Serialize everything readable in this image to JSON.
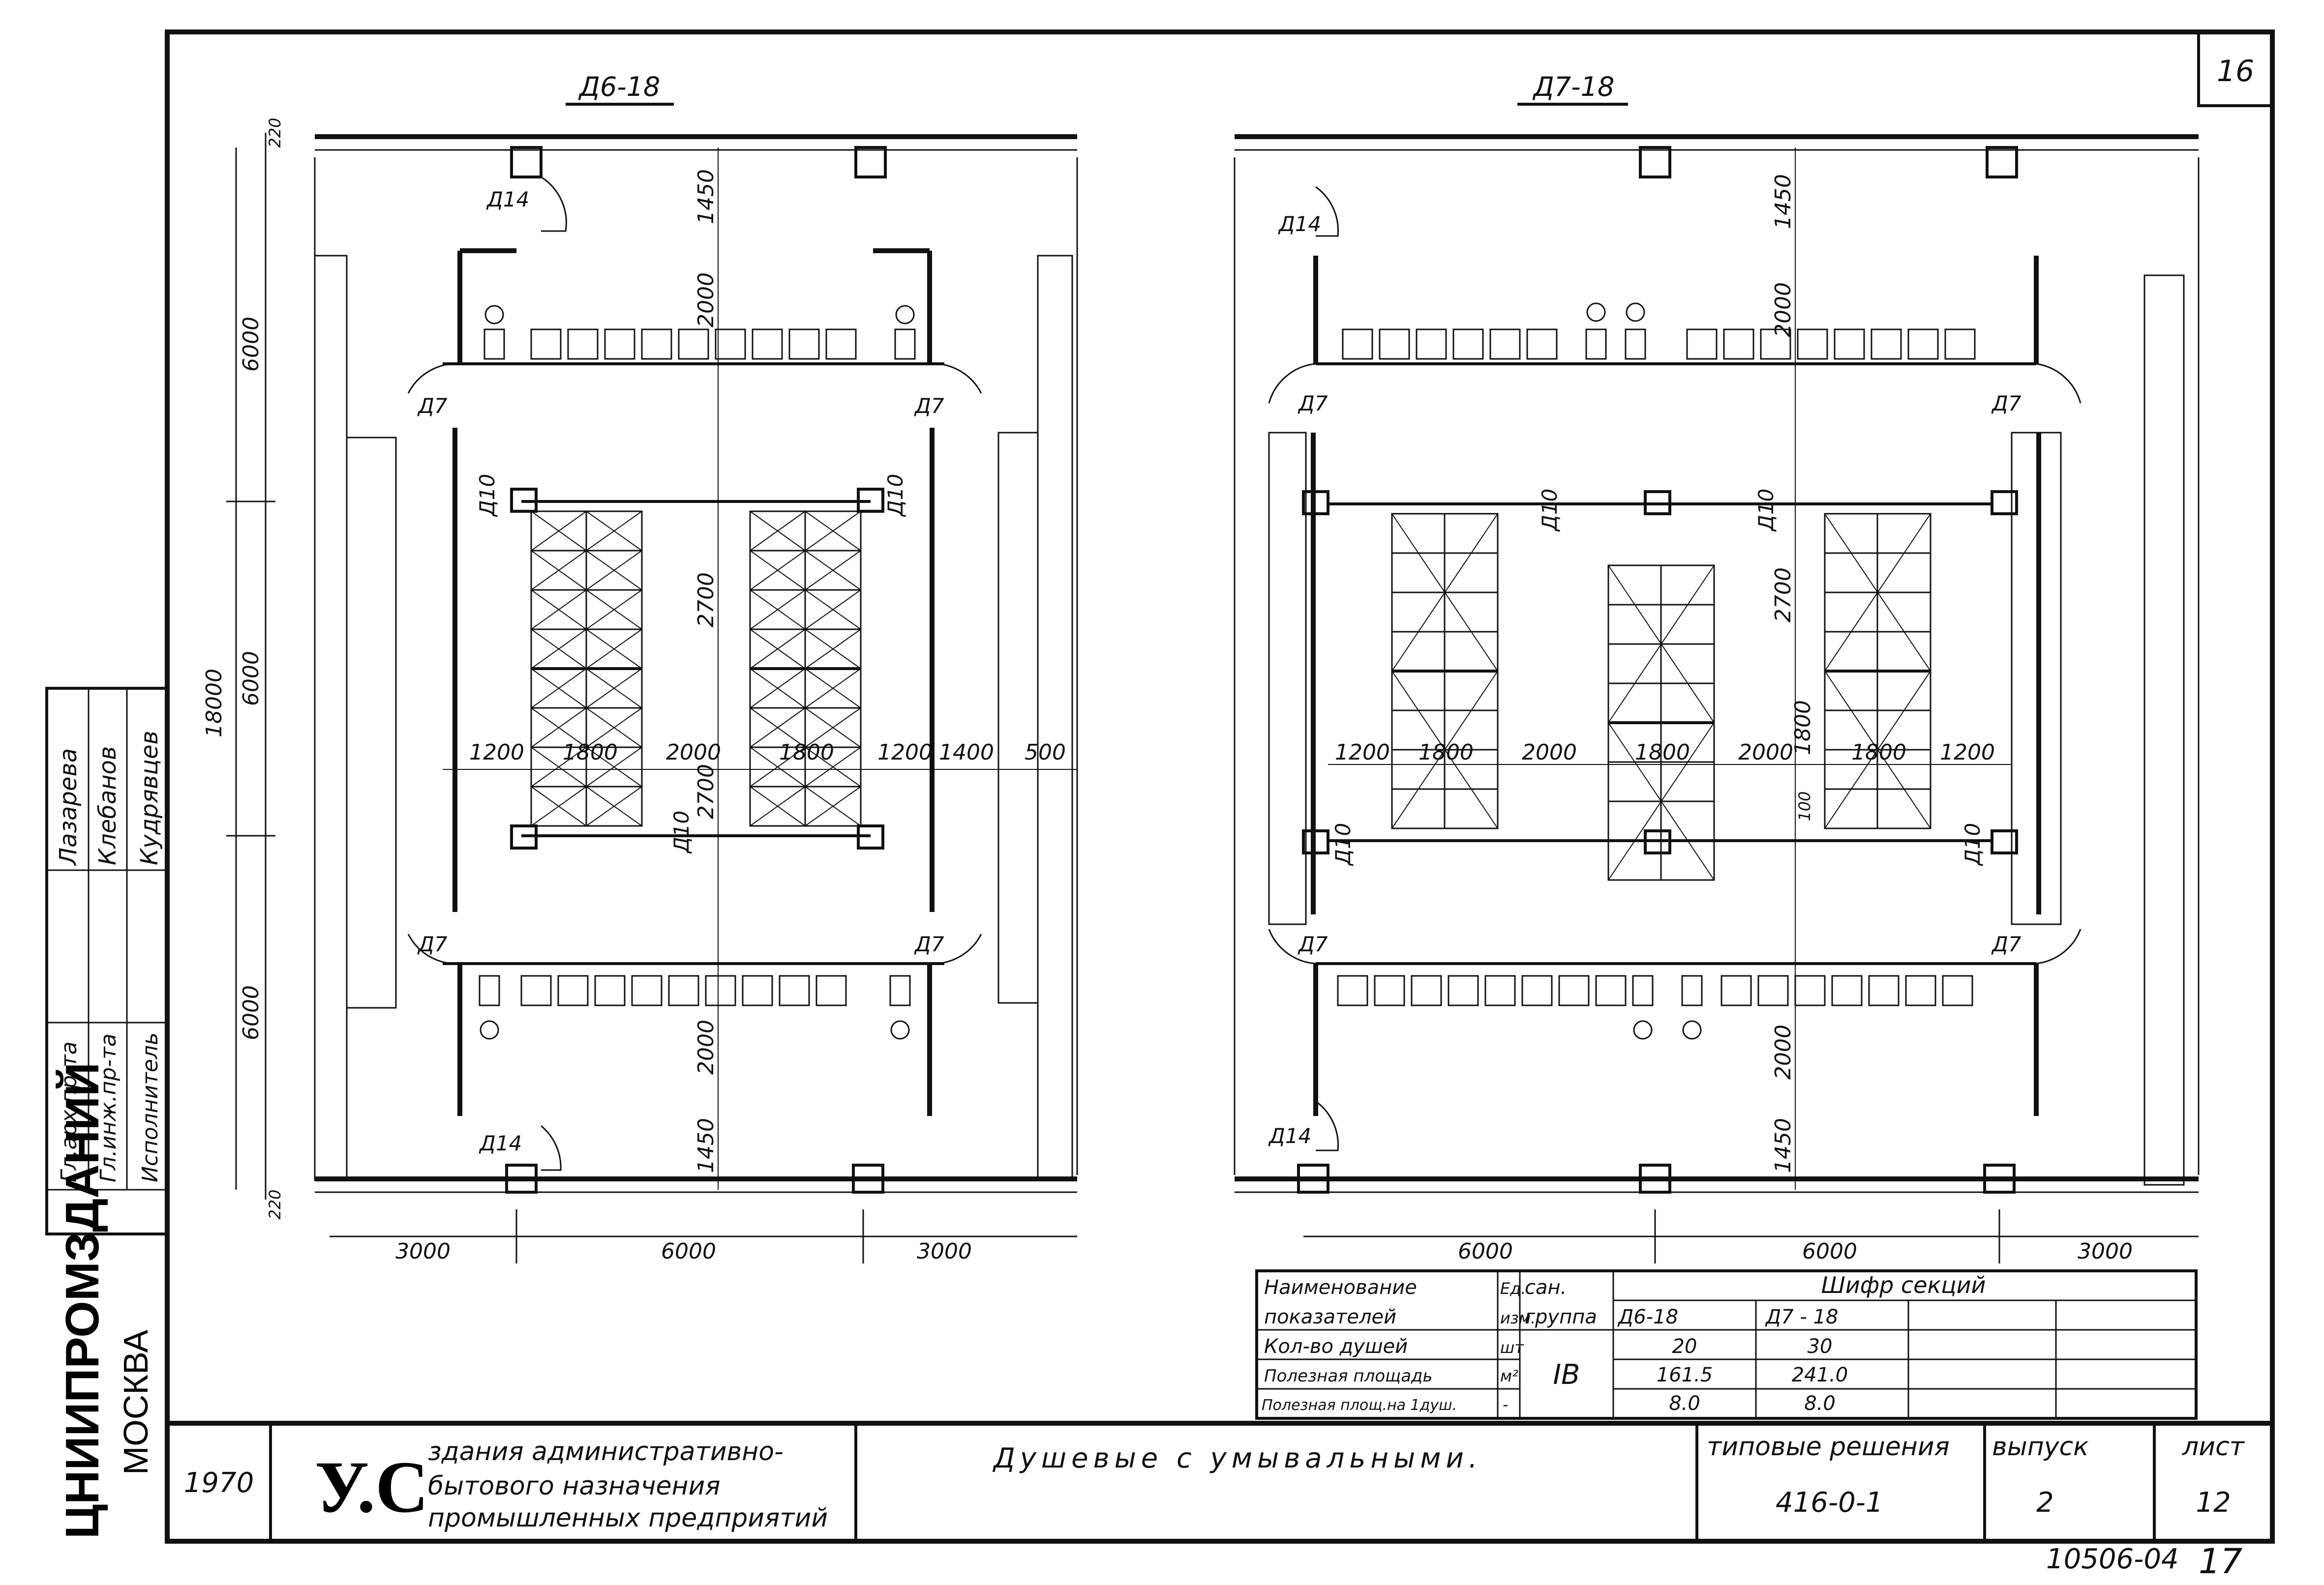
{
  "sheet": {
    "sheet_corner_no": "16",
    "page_no_bottom": "17",
    "archive_no": "10506-04"
  },
  "plans": [
    {
      "name": "Д6-18",
      "dims": {
        "top_h": [
          "3000",
          "6000",
          "3000"
        ],
        "v_total": "18000",
        "v_parts": [
          "6000",
          "6000",
          "6000"
        ],
        "offsets": [
          "220",
          "220"
        ],
        "inner_v": [
          "1450",
          "2000",
          "2700",
          "2700",
          "2000",
          "1450"
        ],
        "mid_h": [
          "1200",
          "1800",
          "2000",
          "1800",
          "1200",
          "1400",
          "500"
        ]
      },
      "doors": [
        "Д14",
        "Д7",
        "Д7",
        "Д10",
        "Д10",
        "Д10",
        "Д7",
        "Д7",
        "Д14"
      ]
    },
    {
      "name": "Д7-18",
      "dims": {
        "bottom_h": [
          "6000",
          "6000",
          "3000"
        ],
        "inner_v": [
          "1450",
          "2000",
          "2700",
          "1800",
          "100",
          "2000",
          "1450"
        ],
        "mid_h": [
          "1200",
          "1800",
          "2000",
          "1800",
          "2000",
          "1800",
          "1200"
        ]
      },
      "doors": [
        "Д14",
        "Д7",
        "Д7",
        "Д10",
        "Д10",
        "Д10",
        "Д10",
        "Д7",
        "Д7",
        "Д14"
      ]
    }
  ],
  "table": {
    "head": {
      "col1_l1": "Наименование",
      "col1_l2": "показателей",
      "col2_l1": "Ед.",
      "col2_l2": "изм.",
      "col3_l1": "сан.",
      "col3_l2": "группа",
      "group": "Шифр секций",
      "sec1": "Д6-18",
      "sec2": "Д7 - 18"
    },
    "rows": [
      {
        "name": "Кол-во душей",
        "unit": "шт",
        "v1": "20",
        "v2": "30"
      },
      {
        "name": "Полезная площадь",
        "unit": "м²",
        "v1": "161.5",
        "v2": "241.0"
      },
      {
        "name": "Полезная площ.на 1душ.",
        "unit": "-",
        "v1": "8.0",
        "v2": "8.0"
      }
    ],
    "group_value": "IB"
  },
  "stamp": {
    "org": "ЦНИИПРОМЗДАНИЙ",
    "city": "МОСКВА",
    "year": "1970",
    "series_mark": "У.С",
    "series_l1": "здания административно-",
    "series_l2": "бытового назначения",
    "series_l3": "промышленных предприятий",
    "drawing_title": "Душевые с умывальными.",
    "type_label": "типовые решения",
    "type_code": "416-0-1",
    "issue_label": "выпуск",
    "issue_value": "2",
    "sheet_label": "лист",
    "sheet_value": "12",
    "roles": [
      {
        "role": "Гл.арх.пр-та",
        "name": "Лазарева"
      },
      {
        "role": "Гл.инж.пр-та",
        "name": "Клебанов"
      },
      {
        "role": "Исполнитель",
        "name": "Кудрявцев"
      }
    ]
  }
}
